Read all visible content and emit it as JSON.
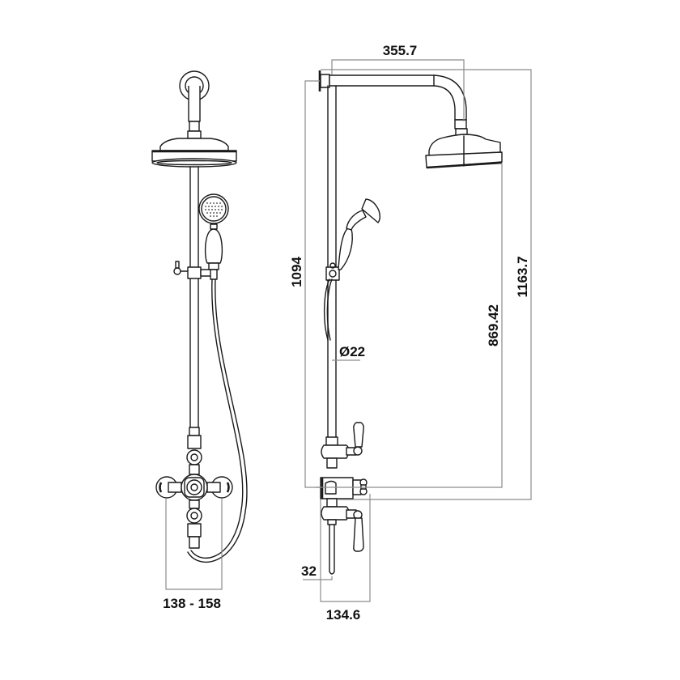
{
  "drawing": {
    "title": "Shower riser kit technical drawing",
    "views": [
      {
        "name": "front-view"
      },
      {
        "name": "side-view"
      }
    ],
    "dimensions": {
      "arm_projection": "355.7",
      "riser_height": "1094",
      "overall_height": "1163.7",
      "valve_to_head_height": "869.42",
      "rail_diameter": "Ø22",
      "outlet_width": "32",
      "valve_depth": "134.6",
      "valve_centres": "138 - 158"
    },
    "colors": {
      "line": "#1a1a1a",
      "dimension_line": "#8c8c8c",
      "background": "#ffffff"
    }
  }
}
